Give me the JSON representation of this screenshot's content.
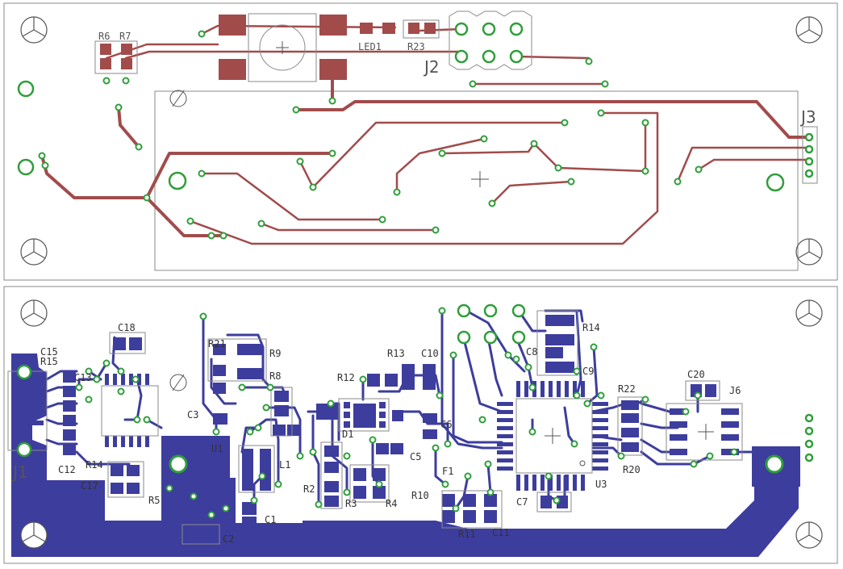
{
  "colors": {
    "top_copper": "#a24b4b",
    "bottom_copper": "#3d3d9e",
    "via_ring": "#2f9e3a",
    "outline": "#8a8a8a",
    "silk": "#555555"
  },
  "top_board": {
    "labels": {
      "r6": "R6",
      "r7": "R7",
      "led1": "LED1",
      "r23": "R23",
      "j2": "J2",
      "j3": "J3"
    }
  },
  "bottom_board": {
    "labels": {
      "c18": "C18",
      "c15": "C15",
      "r15": "R15",
      "c13": "C13",
      "r21": "R21",
      "r9": "R9",
      "r8": "R8",
      "c3": "C3",
      "c10": "C10",
      "r13": "R13",
      "r12": "R12",
      "r14": "R14",
      "c8": "C8",
      "c9": "C9",
      "r22": "R22",
      "c20": "C20",
      "j6": "J6",
      "d1": "D1",
      "c6": "C6",
      "c5": "C5",
      "j1": "J1",
      "c12": "C12",
      "r14b": "R14",
      "c17": "C17",
      "u1": "U1",
      "l1": "L1",
      "r5": "R5",
      "c1": "C1",
      "c2": "C2",
      "r2": "R2",
      "r3": "R3",
      "r4": "R4",
      "r10": "R10",
      "f1": "F1",
      "r11": "R11",
      "c11": "C11",
      "c7": "C7",
      "u3": "U3",
      "r20": "R20"
    }
  }
}
